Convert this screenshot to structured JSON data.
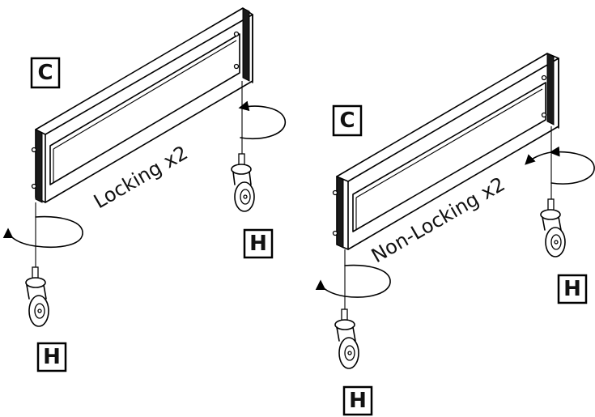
{
  "labels": {
    "part_c": "C",
    "part_h": "H"
  },
  "captions": {
    "locking": "Locking x2",
    "non_locking": "Non-Locking x2"
  }
}
